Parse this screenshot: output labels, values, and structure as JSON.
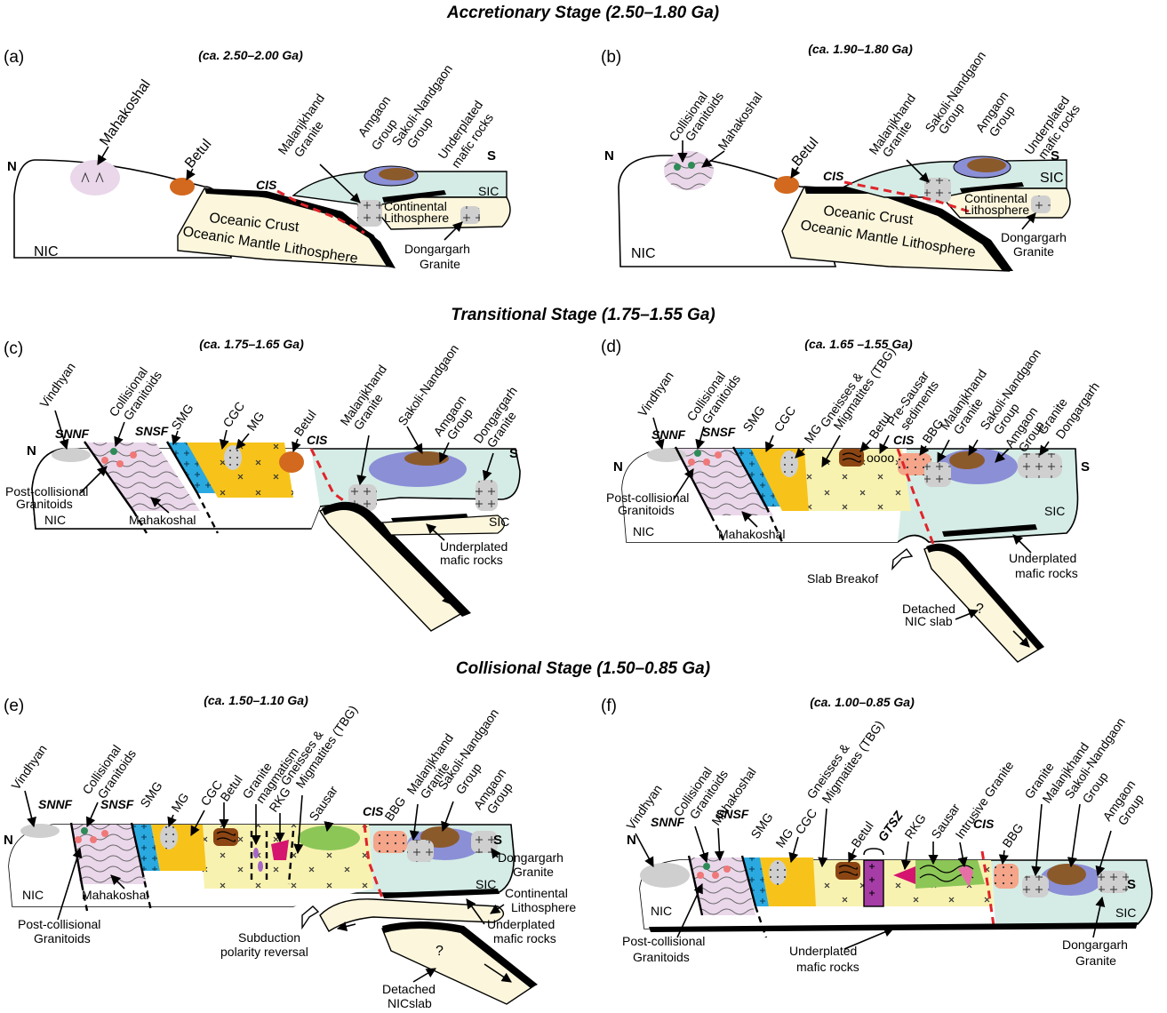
{
  "stages": {
    "accretionary": "Accretionary Stage (2.50–1.80 Ga)",
    "transitional": "Transitional Stage (1.75–1.55 Ga)",
    "collisional": "Collisional Stage (1.50–0.85 Ga)"
  },
  "colors": {
    "mahakoshal": "#ead7ea",
    "betul": "#d2691e",
    "oceanic_crust": "#000000",
    "mantle": "#fbf6dc",
    "sic": "#d5ece6",
    "amgaon": "#8b8fd6",
    "sakoli": "#8b5a2b",
    "granite": "#cfcfcf",
    "cgc": "#f7c31a",
    "smg": "#2aa9e0",
    "tbg": "#f8f2b0",
    "bbg": "#f4a58a",
    "sausar": "#8cc657",
    "rkg": "#d4146e",
    "cis": "#e0242b"
  },
  "panels": {
    "a": {
      "letter": "(a)",
      "age": "(ca. 2.50–2.00 Ga)",
      "labels": {
        "mahakoshal": "Mahakoshal",
        "betul": "Betul",
        "n": "N",
        "s": "S",
        "nic": "NIC",
        "cis": "CIS",
        "malanj1": "Malanjkhand",
        "malanj2": "Granite",
        "amgaon1": "Amgaon",
        "amgaon2": "Group",
        "sakoli1": "Sakoli-Nandgaon",
        "sakoli2": "Group",
        "under1": "Underplated",
        "under2": "mafic rocks",
        "sic": "SIC",
        "cont1": "Continental",
        "cont2": "Lithosphere",
        "ocrust": "Oceanic Crust",
        "omantle": "Oceanic Mantle Lithosphere",
        "dong1": "Dongargarh",
        "dong2": "Granite"
      }
    },
    "b": {
      "letter": "(b)",
      "age": "(ca. 1.90–1.80 Ga)",
      "labels": {
        "coll1": "Collisional",
        "coll2": "Granitoids",
        "mahakoshal": "Mahakoshal",
        "betul": "Betul",
        "n": "N",
        "s": "S",
        "nic": "NIC",
        "cis": "CIS",
        "malanj1": "Malanjkhand",
        "malanj2": "Granite",
        "sakoli1": "Sakoli-Nandgaon",
        "sakoli2": "Group",
        "amgaon1": "Amgaon",
        "amgaon2": "Group",
        "under1": "Underplated",
        "under2": "mafic rocks",
        "sic": "SIC",
        "cont1": "Continental",
        "cont2": "Lithosphere",
        "ocrust": "Oceanic Crust",
        "omantle": "Oceanic Mantle Lithosphere",
        "dong1": "Dongargarh",
        "dong2": "Granite"
      }
    },
    "c": {
      "letter": "(c)",
      "age": "(ca. 1.75–1.65 Ga)",
      "labels": {
        "vindhyan": "Vindhyan",
        "snnf": "SNNF",
        "coll1": "Collisional",
        "coll2": "Granitoids",
        "snsf": "SNSF",
        "smg": "SMG",
        "cgc": "CGC",
        "mg": "MG",
        "betul": "Betul",
        "cis": "CIS",
        "malanj1": "Malanjkhand",
        "malanj2": "Granite",
        "sakoli": "Sakoli-Nandgaon",
        "amgaon1": "Amgaon",
        "amgaon2": "Group",
        "dong1": "Dongargarh",
        "dong2": "Granite",
        "n": "N",
        "s": "S",
        "post1": "Post-collisional",
        "post2": "Granitoids",
        "nic": "NIC",
        "mahakoshal": "Mahakoshal",
        "sic": "SIC",
        "under1": "Underplated",
        "under2": "mafic rocks"
      }
    },
    "d": {
      "letter": "(d)",
      "age": "(ca. 1.65 –1.55 Ga)",
      "labels": {
        "vindhyan": "Vindhyan",
        "snnf": "SNNF",
        "coll1": "Collisional",
        "coll2": "Granitoids",
        "snsf": "SNSF",
        "smg": "SMG",
        "cgc": "CGC",
        "mg": "MG",
        "gneiss1": "Gneisses &",
        "gneiss2": "Migmatites (TBG)",
        "betul": "Betul",
        "presausar1": "Pre-Sausar",
        "presausar2": "sediments",
        "cis": "CIS",
        "bbg": "BBG",
        "malanj1": "Malanjkhand",
        "malanj2": "Granite",
        "sakoli1": "Sakoli-Nandgaon",
        "sakoli2": "Group",
        "amgaon1": "Amgaon",
        "amgaon2": "Group",
        "granite": "Granite",
        "dong": "Dongargarh",
        "n": "N",
        "s": "S",
        "post1": "Post-collisional",
        "post2": "Granitoids",
        "nic": "NIC",
        "mahakoshal": "Mahakoshal",
        "sic": "SIC",
        "slab": "Slab Breakof",
        "under1": "Underplated",
        "under2": "mafic rocks",
        "q": "?",
        "det1": "Detached",
        "det2": "NIC slab"
      }
    },
    "e": {
      "letter": "(e)",
      "age": "(ca. 1.50–1.10 Ga)",
      "labels": {
        "vindhyan": "Vindhyan",
        "snnf": "SNNF",
        "coll1": "Collisional",
        "coll2": "Granitoids",
        "snsf": "SNSF",
        "smg": "SMG",
        "mg": "MG",
        "cgc": "CGC",
        "betul": "Betul",
        "granite1": "Granite",
        "granite2": "magmatism",
        "rkg": "RKG",
        "gneiss1": "Gneisses &",
        "gneiss2": "Migmatites (TBG)",
        "sausar": "Sausar",
        "cis": "CIS",
        "bbg": "BBG",
        "malanj1": "Malanjkhand",
        "malanj2": "Granite",
        "sakoli1": "Sakoli-Nandgaon",
        "sakoli2": "Group",
        "amgaon1": "Amgaon",
        "amgaon2": "Group",
        "n": "N",
        "s": "S",
        "nic": "NIC",
        "mahakoshal": "Mahakoshal",
        "sic": "SIC",
        "dong1": "Dongargarh",
        "dong2": "Granite",
        "cont1": "Continental",
        "cont2": "Lithosphere",
        "post1": "Post-collisional",
        "post2": "Granitoids",
        "subd1": "Subduction",
        "subd2": "polarity reversal",
        "under1": "Underplated",
        "under2": "mafic rocks",
        "q": "?",
        "det1": "Detached",
        "det2": "NICslab"
      }
    },
    "f": {
      "letter": "(f)",
      "age": "(ca. 1.00–0.85 Ga)",
      "labels": {
        "vindhyan": "Vindhyan",
        "snnf": "SNNF",
        "coll1": "Collisional",
        "coll2": "Granitoids",
        "mahakoshal": "Mahakoshal",
        "snsf": "SNSF",
        "smg": "SMG",
        "mg": "MG",
        "cgc": "CGC",
        "gneiss1": "Gneisses &",
        "gneiss2": "Migmatites (TBG)",
        "betul": "Betul",
        "gtsz": "GTSZ",
        "rkg": "RKG",
        "sausar": "Sausar",
        "intr": "Intrusive Granite",
        "cis": "CIS",
        "bbg": "BBG",
        "granite": "Granite",
        "malanj": "Malanjkhand",
        "sakoli": "Sakoli-Nandgaon",
        "group": "Group",
        "amgaon1": "Amgaon",
        "amgaon2": "Group",
        "n": "N",
        "s": "S",
        "nic": "NIC",
        "sic": "SIC",
        "post1": "Post-collisional",
        "post2": "Granitoids",
        "under1": "Underplated",
        "under2": "mafic rocks",
        "dong1": "Dongargarh",
        "dong2": "Granite"
      }
    }
  }
}
